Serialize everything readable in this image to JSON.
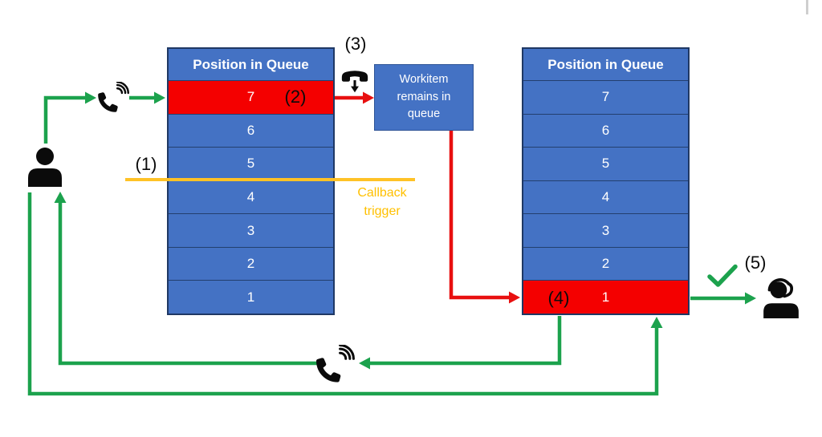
{
  "colors": {
    "queue_blue": "#4472C4",
    "highlight_red": "#F40000",
    "arrow_green": "#1CA24D",
    "arrow_red": "#E81010",
    "callback_yellow": "#FFC226",
    "callback_text_yellow": "#FFC000",
    "queue_text": "#FFFFFF",
    "label_text": "#000000"
  },
  "left_queue": {
    "title": "Position in Queue",
    "rows": [
      "7",
      "6",
      "5",
      "4",
      "3",
      "2",
      "1"
    ],
    "highlighted_row": "7"
  },
  "right_queue": {
    "title": "Position in Queue",
    "rows": [
      "7",
      "6",
      "5",
      "4",
      "3",
      "2",
      "1"
    ],
    "highlighted_row": "1"
  },
  "workitem_box": {
    "text": "Workitem remains in queue"
  },
  "callback_trigger_label": "Callback trigger",
  "steps": {
    "s1": "(1)",
    "s2": "(2)",
    "s3": "(3)",
    "s4": "(4)",
    "s5": "(5)"
  },
  "icons": {
    "caller": "person-icon",
    "inbound_call": "phone-volume-icon",
    "hangup": "phone-hangup-down-arrow-icon",
    "callback_call": "phone-volume-icon",
    "agent": "agent-headset-icon",
    "success": "green-checkmark-icon"
  }
}
